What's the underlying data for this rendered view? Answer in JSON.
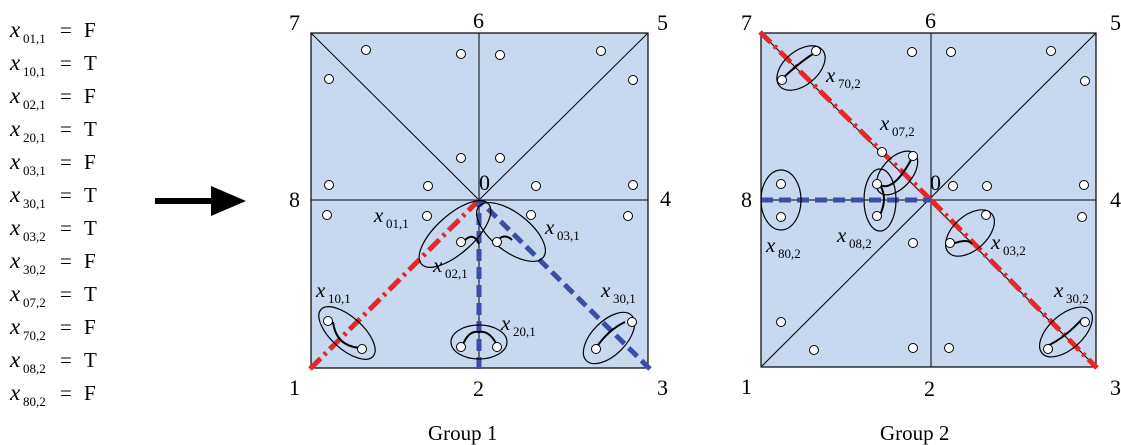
{
  "assignments": [
    {
      "var": "x",
      "sub": "01,1",
      "val": "F"
    },
    {
      "var": "x",
      "sub": "10,1",
      "val": "T"
    },
    {
      "var": "x",
      "sub": "02,1",
      "val": "F"
    },
    {
      "var": "x",
      "sub": "20,1",
      "val": "T"
    },
    {
      "var": "x",
      "sub": "03,1",
      "val": "F"
    },
    {
      "var": "x",
      "sub": "30,1",
      "val": "T"
    },
    {
      "var": "x",
      "sub": "03,2",
      "val": "T"
    },
    {
      "var": "x",
      "sub": "30,2",
      "val": "F"
    },
    {
      "var": "x",
      "sub": "07,2",
      "val": "T"
    },
    {
      "var": "x",
      "sub": "70,2",
      "val": "F"
    },
    {
      "var": "x",
      "sub": "08,2",
      "val": "T"
    },
    {
      "var": "x",
      "sub": "80,2",
      "val": "F"
    }
  ],
  "eq": "=",
  "groups": [
    {
      "caption": "Group 1",
      "nodes": {
        "n0": "0",
        "n1": "1",
        "n2": "2",
        "n3": "3",
        "n4": "4",
        "n5": "5",
        "n6": "6",
        "n7": "7",
        "n8": "8"
      },
      "var_labels": [
        {
          "var": "x",
          "sub": "01,1"
        },
        {
          "var": "x",
          "sub": "02,1"
        },
        {
          "var": "x",
          "sub": "03,1"
        },
        {
          "var": "x",
          "sub": "10,1"
        },
        {
          "var": "x",
          "sub": "20,1"
        },
        {
          "var": "x",
          "sub": "30,1"
        }
      ]
    },
    {
      "caption": "Group 2",
      "nodes": {
        "n0": "0",
        "n1": "1",
        "n2": "2",
        "n3": "3",
        "n4": "4",
        "n5": "5",
        "n6": "6",
        "n7": "7",
        "n8": "8"
      },
      "var_labels": [
        {
          "var": "x",
          "sub": "70,2"
        },
        {
          "var": "x",
          "sub": "07,2"
        },
        {
          "var": "x",
          "sub": "80,2"
        },
        {
          "var": "x",
          "sub": "08,2"
        },
        {
          "var": "x",
          "sub": "03,2"
        },
        {
          "var": "x",
          "sub": "30,2"
        }
      ]
    }
  ],
  "colors": {
    "fill": "#c8d8ef",
    "red": "#e8262a",
    "blue": "#3a4fa3",
    "stroke": "#000000"
  }
}
